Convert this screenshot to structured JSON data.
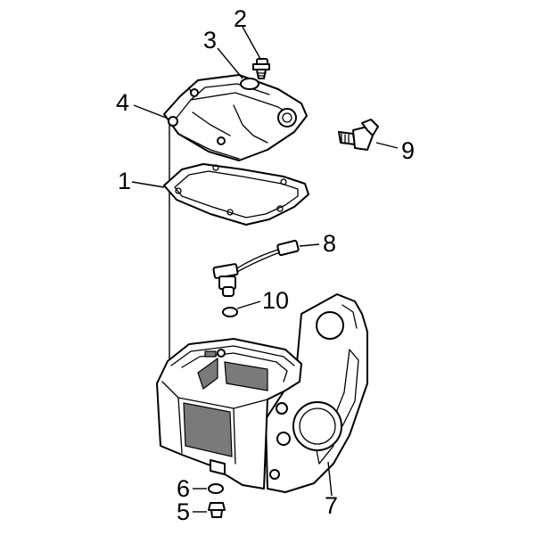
{
  "callouts": {
    "c1": "1",
    "c2": "2",
    "c3": "3",
    "c4": "4",
    "c5": "5",
    "c6": "6",
    "c7": "7",
    "c8": "8",
    "c9": "9",
    "c10": "10"
  },
  "colors": {
    "line": "#000000",
    "shade": "#7a7a7a",
    "background": "#ffffff"
  }
}
